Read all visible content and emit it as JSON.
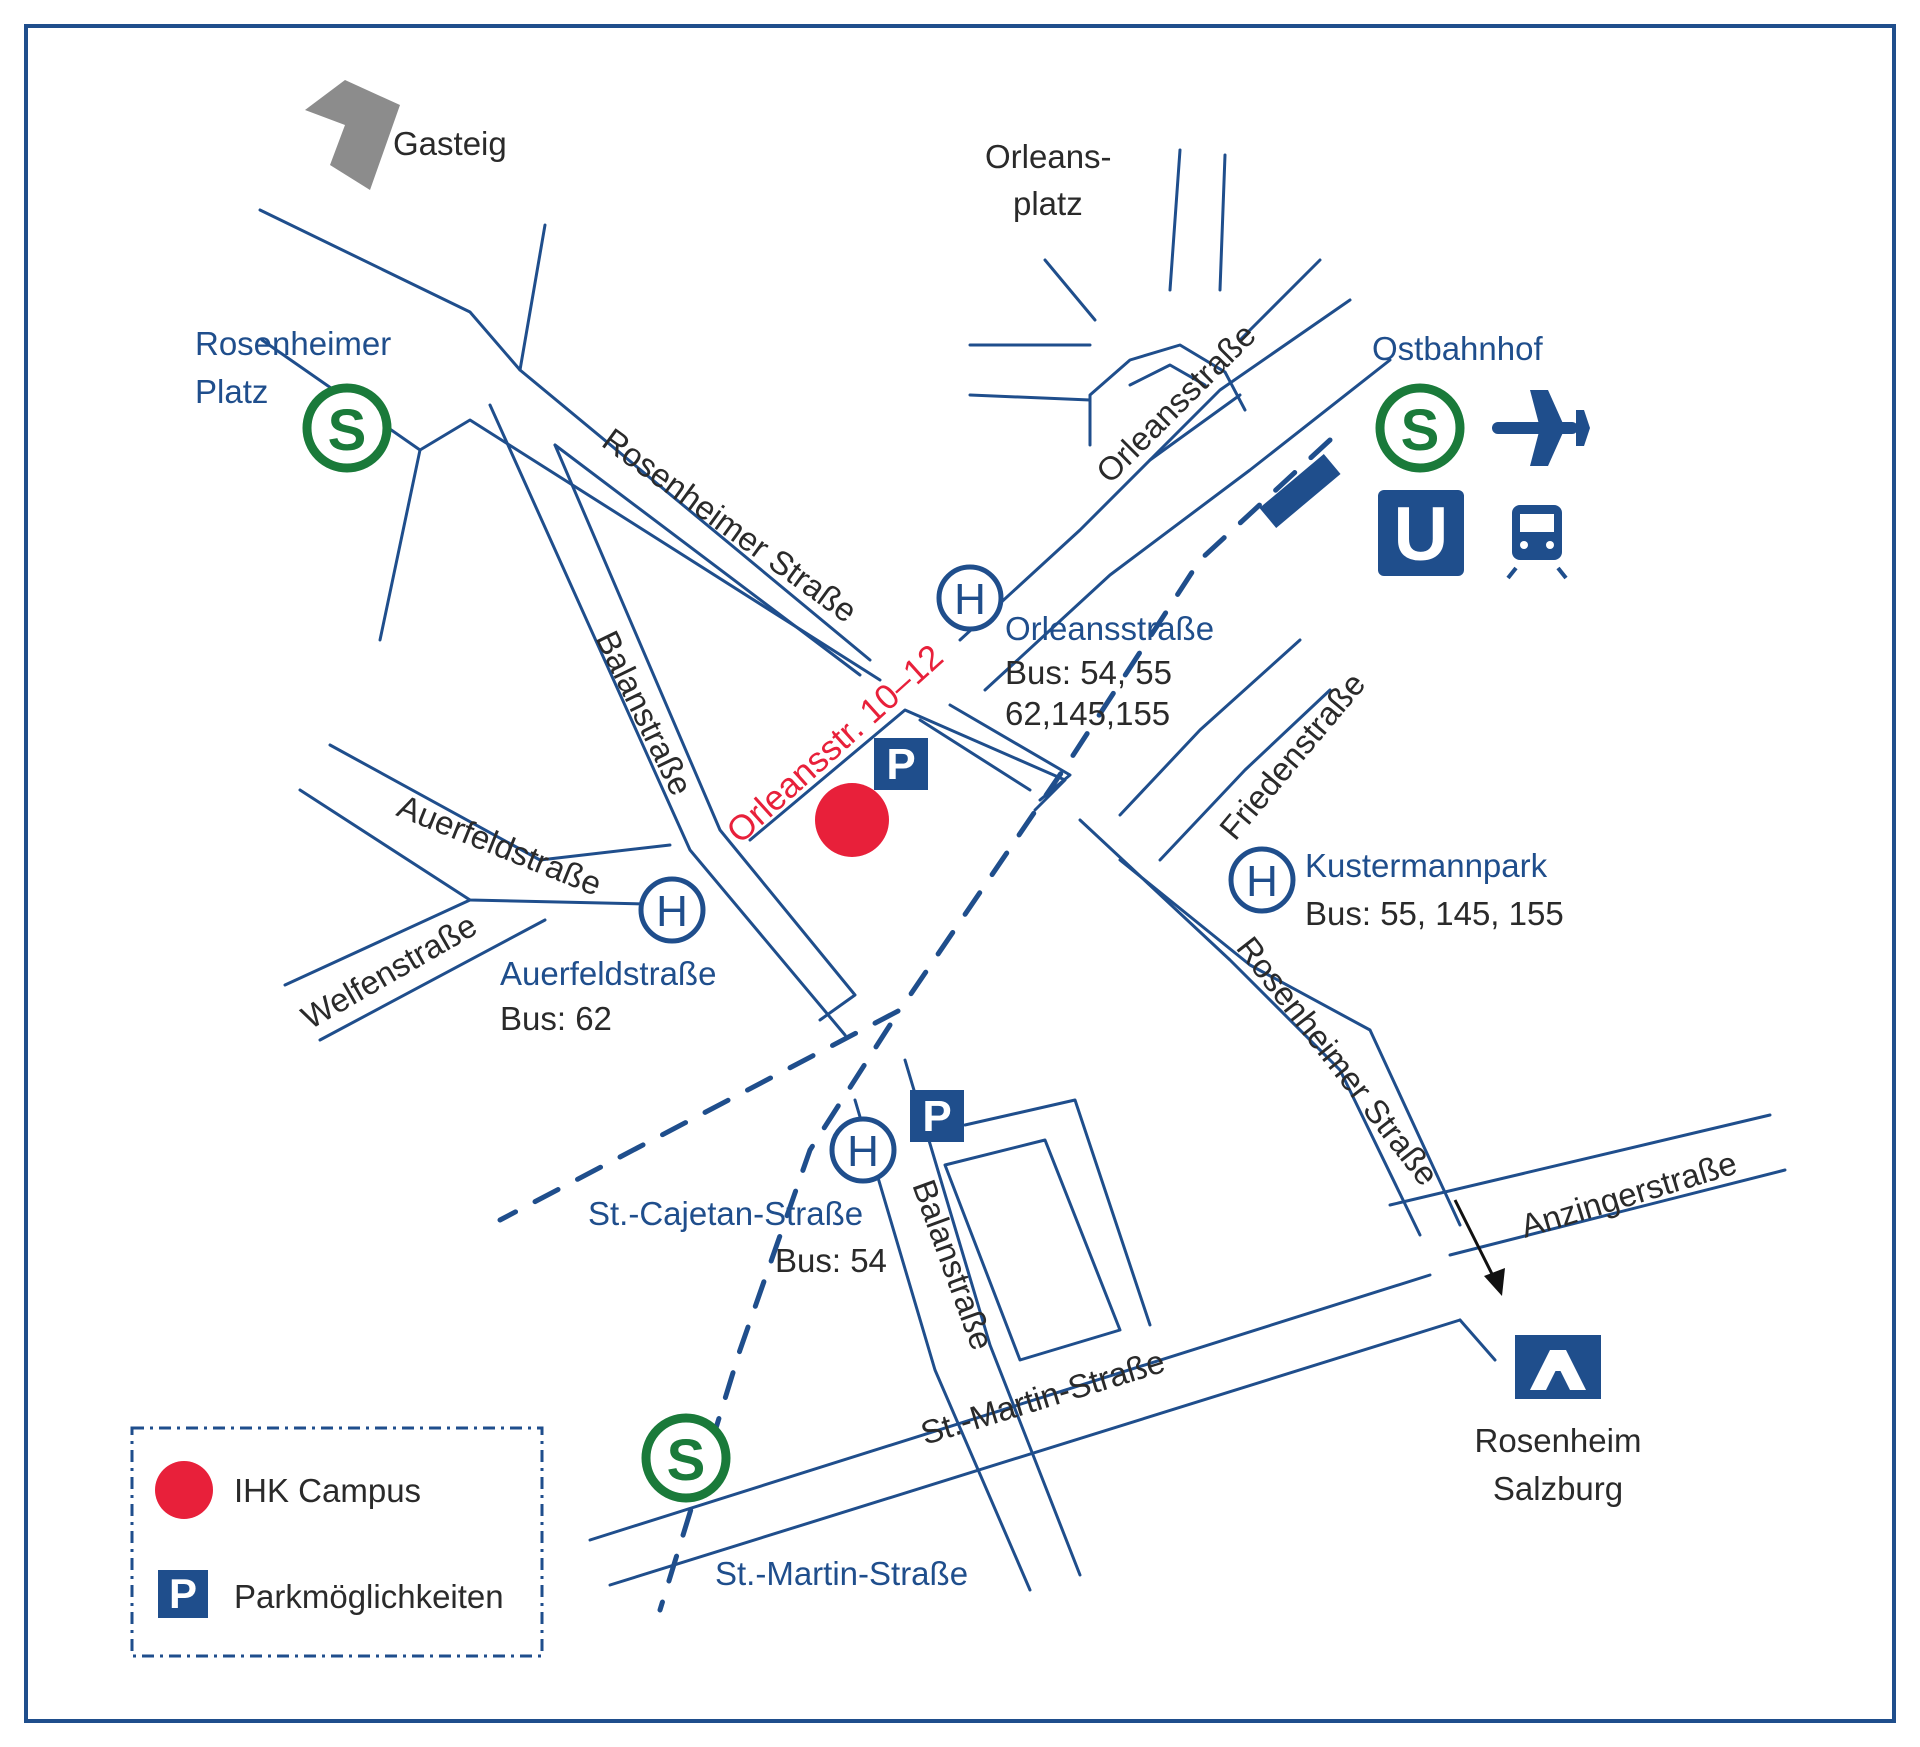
{
  "landmarks": {
    "gasteig": "Gasteig",
    "orleansplatz_1": "Orleans-",
    "orleansplatz_2": "platz",
    "rosenheimer_platz_1": "Rosenheimer",
    "rosenheimer_platz_2": "Platz",
    "ostbahnhof": "Ostbahnhof",
    "destination_1": "Rosenheim",
    "destination_2": "Salzburg"
  },
  "streets": {
    "rosenheimer_strasse_nw": "Rosenheimer Straße",
    "rosenheimer_strasse_se": "Rosenheimer Straße",
    "orleansstrasse": "Orleansstraße",
    "balanstrasse_n": "Balanstraße",
    "balanstrasse_s": "Balanstraße",
    "auerfeldstrasse": "Auerfeldstraße",
    "welfenstrasse": "Welfenstraße",
    "friedenstrasse": "Friedenstraße",
    "anzingerstrasse": "Anzingerstraße",
    "st_martin_strasse_road": "St.-Martin-Straße",
    "st_martin_strasse_station": "St.-Martin-Straße",
    "campus_address": "Orleansstr. 10–12"
  },
  "bus_stops": [
    {
      "name": "Orleansstraße",
      "lines": "Bus: 54, 55",
      "lines2": "62,145,155"
    },
    {
      "name": "Kustermannpark",
      "lines": "Bus: 55, 145, 155"
    },
    {
      "name": "Auerfeldstraße",
      "lines": "Bus: 62"
    },
    {
      "name": "St.-Cajetan-Straße",
      "lines": "Bus: 54"
    }
  ],
  "symbols": {
    "sbahn": "S",
    "ubahn": "U",
    "bus": "H",
    "parking": "P"
  },
  "legend": {
    "campus": "IHK Campus",
    "parking": "Parkmöglichkeiten"
  },
  "colors": {
    "map_blue": "#1f4e8c",
    "sbahn_green": "#1a7a3a",
    "campus_red": "#e8203a",
    "building_gray": "#8c8c8c"
  }
}
